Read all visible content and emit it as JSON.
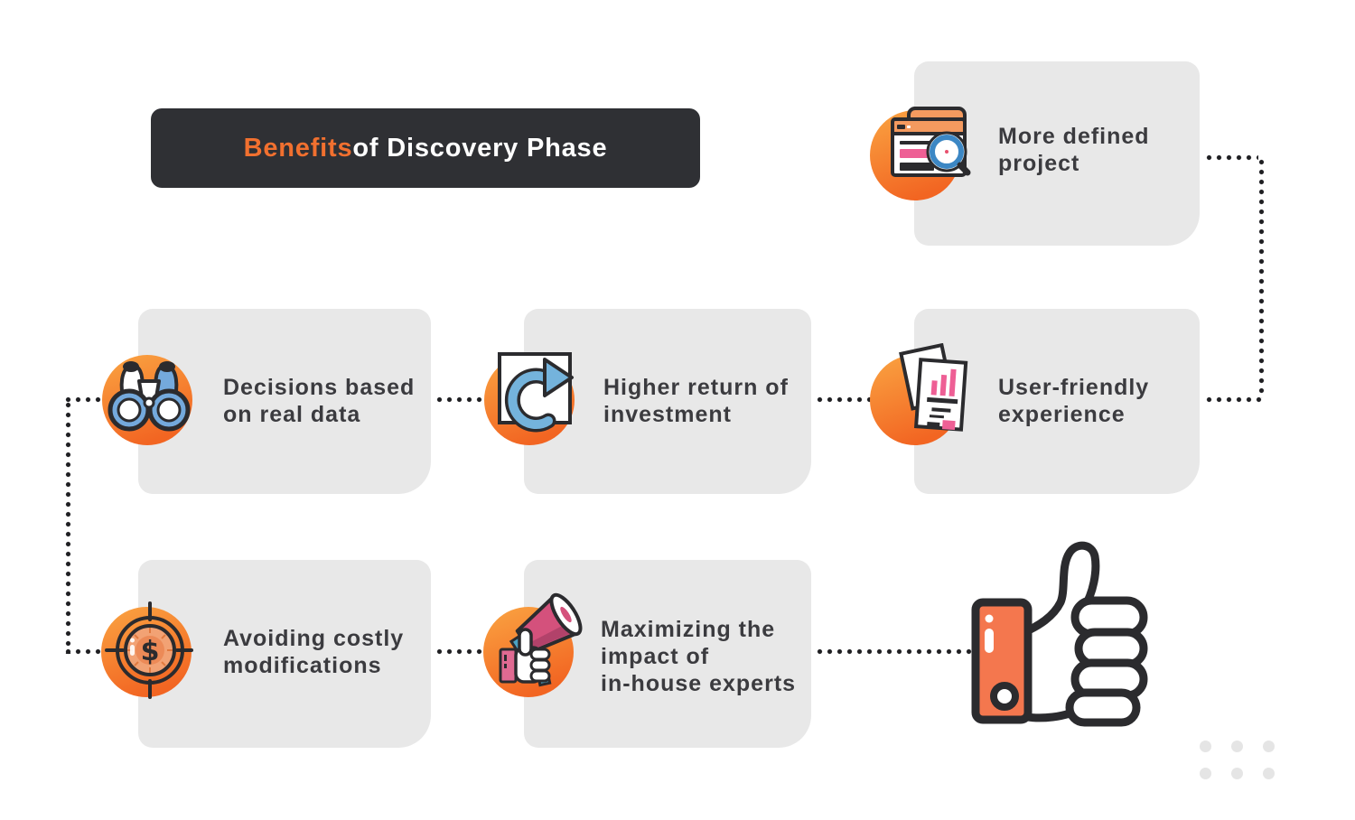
{
  "title": {
    "highlight": "Benefits",
    "rest": " of Discovery Phase"
  },
  "cards": [
    {
      "name": "more-defined-project",
      "icon": "folder-search-icon",
      "lines": [
        "More defined",
        "project"
      ]
    },
    {
      "name": "decisions-on-real-data",
      "icon": "binoculars-icon",
      "lines": [
        "Decisions based",
        "on real data"
      ]
    },
    {
      "name": "higher-return",
      "icon": "return-arrow-icon",
      "lines": [
        "Higher return of",
        "investment"
      ]
    },
    {
      "name": "user-friendly",
      "icon": "report-chart-icon",
      "lines": [
        "User-friendly",
        "experience"
      ]
    },
    {
      "name": "avoiding-modifications",
      "icon": "target-dollar-icon",
      "lines": [
        "Avoiding costly",
        "modifications"
      ]
    },
    {
      "name": "maximizing-experts",
      "icon": "megaphone-icon",
      "lines": [
        "Maximizing the",
        "impact of",
        "in-house experts"
      ]
    }
  ],
  "illustration": {
    "name": "thumbs-up-icon"
  },
  "decoration": {
    "dot_grid": {
      "rows": 2,
      "cols": 3
    }
  },
  "colors": {
    "background": "#ffffff",
    "card": "#e8e8e8",
    "title_bg": "#2f3034",
    "title_highlight": "#f1702f",
    "title_text": "#ffffff",
    "label_text": "#3b3b3f",
    "connector": "#1f1f22",
    "accent_gradient_start": "#faa442",
    "accent_gradient_end": "#f26522",
    "icon_blue": "#74a9dc",
    "icon_pink": "#ee5f95",
    "megaphone_pink": "#d4517c",
    "thumb_sleeve_orange": "#f4774e",
    "outline_dark": "#2b2b2e",
    "deco_dot": "#e5e5e5"
  }
}
